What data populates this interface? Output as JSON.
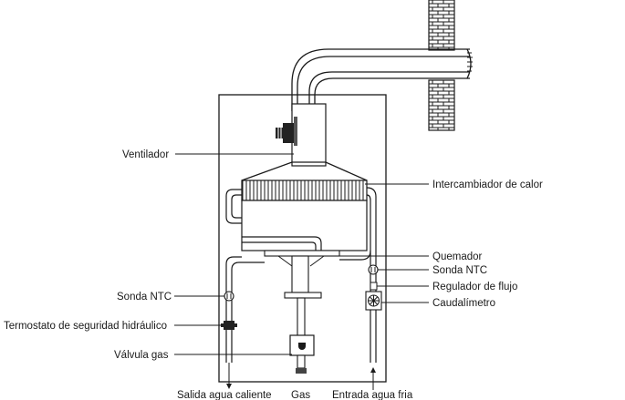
{
  "labels": {
    "ventilador": "Ventilador",
    "intercambiador": "Intercambiador de calor",
    "quemador": "Quemador",
    "sonda_ntc_right": "Sonda NTC",
    "regulador_flujo": "Regulador de flujo",
    "caudalimetro": "Caudalímetro",
    "sonda_ntc_left": "Sonda NTC",
    "termostato": "Termostato de seguridad hidráulico",
    "valvula_gas": "Válvula gas",
    "salida_agua": "Salida agua caliente",
    "gas": "Gas",
    "entrada_agua": "Entrada agua fria"
  }
}
